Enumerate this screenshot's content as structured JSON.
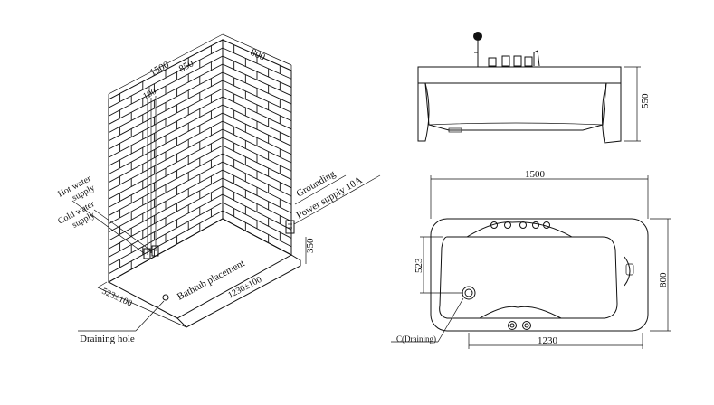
{
  "iso_view": {
    "dim_1500": "1500",
    "dim_850": "850",
    "dim_800": "800",
    "dim_100": "100",
    "hot_water_supply": [
      "Hot water",
      "supply"
    ],
    "cold_water_supply": [
      "Cold water",
      "supply"
    ],
    "grounding": "Grounding",
    "power_supply": "Power supply 10A",
    "dim_350": "350",
    "bathtub_placement": "Bathtub placement",
    "dim_523x100": "523±100",
    "dim_1230x100": "1230±100",
    "draining_hole": "Draining hole"
  },
  "side_view": {
    "dim_550": "550"
  },
  "top_view": {
    "dim_1500": "1500",
    "dim_523": "523",
    "dim_800": "800",
    "dim_1230": "1230",
    "c_draining": "C(Draining)"
  }
}
